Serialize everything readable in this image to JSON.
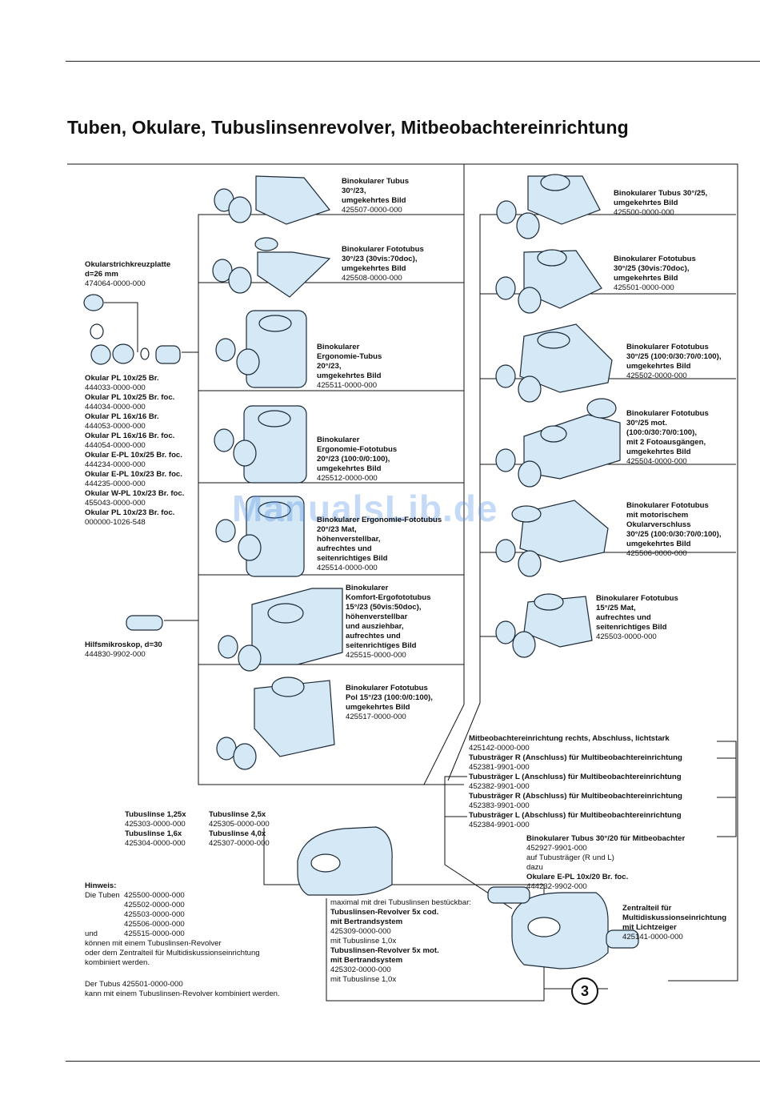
{
  "title": "Tuben, Okulare, Tubuslinsenrevolver, Mitbeobachtereinrichtung",
  "watermark": "ManualsLib.de",
  "page_badge": "3",
  "accessories": {
    "reticle": {
      "name": "Okularstrichkreuzplatte",
      "spec": "d=26 mm",
      "code": "474064-0000-000"
    },
    "eyepieces": [
      {
        "name": "Okular PL 10x/25 Br.",
        "code": "444033-0000-000"
      },
      {
        "name": "Okular PL 10x/25 Br. foc.",
        "code": "444034-0000-000"
      },
      {
        "name": "Okular PL 16x/16 Br.",
        "code": "444053-0000-000"
      },
      {
        "name": "Okular PL 16x/16 Br. foc.",
        "code": "444054-0000-000"
      },
      {
        "name": "Okular E-PL 10x/25 Br. foc.",
        "code": "444234-0000-000"
      },
      {
        "name": "Okular E-PL 10x/23 Br. foc.",
        "code": "444235-0000-000"
      },
      {
        "name": "Okular W-PL 10x/23 Br. foc.",
        "code": "455043-0000-000"
      },
      {
        "name": "Okular PL 10x/23 Br. foc.",
        "code": "000000-1026-548"
      }
    ],
    "aux_microscope": {
      "name": "Hilfsmikroskop, d=30",
      "code": "444830-9902-000"
    }
  },
  "tubes_left": [
    {
      "lines": [
        "Binokularer Tubus",
        "30°/23,",
        "umgekehrtes Bild"
      ],
      "code": "425507-0000-000"
    },
    {
      "lines": [
        "Binokularer Fototubus",
        "30°/23 (30vis:70doc),",
        "umgekehrtes Bild"
      ],
      "code": "425508-0000-000"
    },
    {
      "lines": [
        "Binokularer",
        "Ergonomie-Tubus",
        "20°/23,",
        "umgekehrtes Bild"
      ],
      "code": "425511-0000-000"
    },
    {
      "lines": [
        "Binokularer",
        "Ergonomie-Fototubus",
        "20°/23 (100:0/0:100),",
        "umgekehrtes Bild"
      ],
      "code": "425512-0000-000"
    },
    {
      "lines": [
        "Binokularer Ergonomie-Fototubus",
        "20°/23 Mat,",
        "höhenverstellbar,",
        "aufrechtes und",
        "seitenrichtiges Bild"
      ],
      "code": "425514-0000-000"
    },
    {
      "lines": [
        "Binokularer",
        "Komfort-Ergofototubus",
        "15°/23 (50vis:50doc),",
        "höhenverstellbar",
        "und ausziehbar,",
        "aufrechtes und",
        "seitenrichtiges Bild"
      ],
      "code": "425515-0000-000"
    },
    {
      "lines": [
        "Binokularer Fototubus",
        "Pol 15°/23 (100:0/0:100),",
        "umgekehrtes Bild"
      ],
      "code": "425517-0000-000"
    }
  ],
  "tubes_right": [
    {
      "lines": [
        "Binokularer Tubus 30°/25,",
        "umgekehrtes Bild"
      ],
      "code": "425500-0000-000"
    },
    {
      "lines": [
        "Binokularer Fototubus",
        "30°/25 (30vis:70doc),",
        "umgekehrtes Bild"
      ],
      "code": "425501-0000-000"
    },
    {
      "lines": [
        "Binokularer Fototubus",
        "30°/25 (100:0/30:70/0:100),",
        "umgekehrtes Bild"
      ],
      "code": "425502-0000-000"
    },
    {
      "lines": [
        "Binokularer Fototubus",
        "30°/25 mot.",
        "(100:0/30:70/0:100),",
        "mit 2 Fotoausgängen,",
        "umgekehrtes Bild"
      ],
      "code": "425504-0000-000"
    },
    {
      "lines": [
        "Binokularer Fototubus",
        "mit motorischem",
        "Okularverschluss",
        "30°/25 (100:0/30:70/0:100),",
        "umgekehrtes Bild"
      ],
      "code": "425506-0000-000"
    },
    {
      "lines": [
        "Binokularer Fototubus",
        "15°/25 Mat,",
        "aufrechtes und",
        "seitenrichtiges Bild"
      ],
      "code": "425503-0000-000"
    }
  ],
  "multi_viewer": [
    {
      "name": "Mitbeobachtereinrichtung rechts, Abschluss, lichtstark",
      "code": "425142-0000-000"
    },
    {
      "name": "Tubusträger R (Anschluss) für Multibeobachtereinrichtung",
      "code": "452381-9901-000"
    },
    {
      "name": "Tubusträger L (Anschluss) für Multibeobachtereinrichtung",
      "code": "452382-9901-000"
    },
    {
      "name": "Tubusträger R (Abschluss) für Multibeobachtereinrichtung",
      "code": "452383-9901-000"
    },
    {
      "name": "Tubusträger L (Abschluss) für Multibeobachtereinrichtung",
      "code": "452384-9901-000"
    }
  ],
  "co_observer": {
    "title": "Binokularer Tubus 30°/20 für Mitbeobachter",
    "code": "452927-9901-000",
    "note1": "auf Tubusträger (R und L)",
    "note2": "dazu",
    "eyepiece": "Okulare E-PL 10x/20 Br. foc.",
    "eyepiece_code": "444232-9902-000"
  },
  "central_part": {
    "lines": [
      "Zentralteil für",
      "Multidiskussionseinrichtung",
      "mit Lichtzeiger"
    ],
    "code": "425141-0000-000"
  },
  "tube_lenses": [
    {
      "name": "Tubuslinse 1,25x",
      "code": "425303-0000-000"
    },
    {
      "name": "Tubuslinse 1,6x",
      "code": "425304-0000-000"
    },
    {
      "name": "Tubuslinse 2,5x",
      "code": "425305-0000-000"
    },
    {
      "name": "Tubuslinse 4,0x",
      "code": "425307-0000-000"
    }
  ],
  "revolver": {
    "intro": "maximal mit drei Tubuslinsen bestückbar:",
    "a_name": "Tubuslinsen-Revolver 5x cod.",
    "a_sub": "mit Bertrandsystem",
    "a_code": "425309-0000-000",
    "a_note": "mit Tubuslinse 1,0x",
    "b_name": "Tubuslinsen-Revolver 5x mot.",
    "b_sub": "mit Bertrandsystem",
    "b_code": "425302-0000-000",
    "b_note": "mit Tubuslinse 1,0x"
  },
  "note": {
    "heading": "Hinweis:",
    "prefix": "Die Tuben",
    "codes": [
      "425500-0000-000",
      "425502-0000-000",
      "425503-0000-000",
      "425506-0000-000",
      "425515-0000-000"
    ],
    "und": "und",
    "l1": "können mit einem Tubuslinsen-Revolver",
    "l2": "oder dem Zentralteil für Multidiskussionseinrichtung",
    "l3": "kombiniert werden.",
    "l4": "Der Tubus 425501-0000-000",
    "l5": "kann mit einem Tubuslinsen-Revolver kombiniert werden."
  },
  "colors": {
    "product": "#d5e8f5",
    "product_dark": "#a9c9e2",
    "stroke": "#1c2a38"
  }
}
